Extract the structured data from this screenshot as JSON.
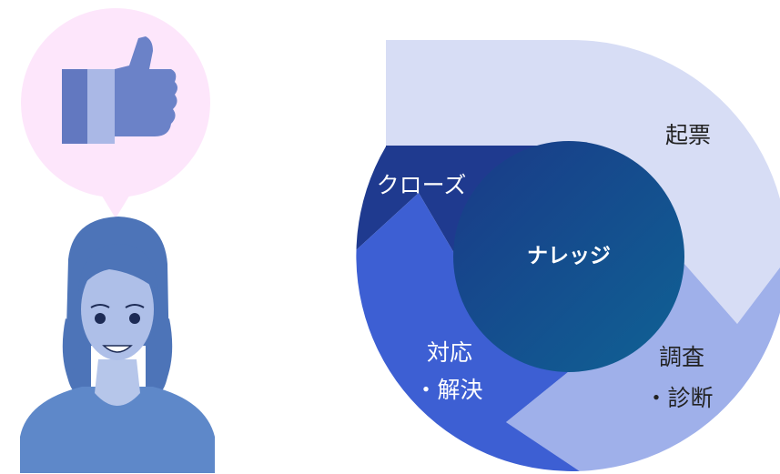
{
  "cycle": {
    "center_label": "ナレッジ",
    "steps": [
      {
        "lines": [
          "起票"
        ]
      },
      {
        "lines": [
          "調査",
          "・診断"
        ]
      },
      {
        "lines": [
          "対応",
          "・解決"
        ]
      },
      {
        "lines": [
          "クローズ"
        ]
      }
    ]
  },
  "colors": {
    "step1": "#d7ddf5",
    "step2": "#9fb0ea",
    "step3": "#3d5fd3",
    "step4": "#1f3a8f",
    "center_from": "#1a3a88",
    "center_to": "#0f6294",
    "bubble": "#fde6fb",
    "thumb": "#6b82c8",
    "person": "#5e88c9"
  }
}
